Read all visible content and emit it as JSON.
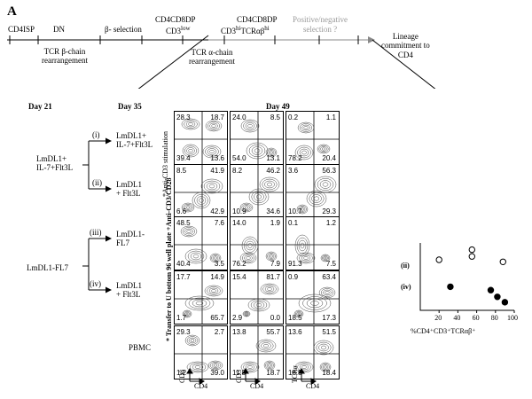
{
  "figure_label": "A",
  "timeline": {
    "stages_top": [
      "CD4ISP",
      "DN",
      "β- selection",
      "CD4CD8DP",
      "CD3",
      "low",
      "CD4CD8DP",
      "CD3",
      "hi",
      "TCRαβ",
      "hi",
      "Positive/negative",
      "selection ?"
    ],
    "lineage": [
      "Lineage",
      "commitment to",
      "CD4"
    ],
    "below": [
      "TCR β-chain",
      "rearrangement",
      "TCR α-chain",
      "rearrangement"
    ]
  },
  "days": {
    "d21": "Day 21",
    "d35": "Day 35",
    "d49": "Day 49"
  },
  "day21_conditions": {
    "a": [
      "LmDL1+",
      "IL-7+Flt3L"
    ],
    "b": "LmDL1-FL7"
  },
  "day35_conditions": [
    {
      "roman": "(i)",
      "lines": [
        "LmDL1+",
        "IL-7+Flt3L"
      ]
    },
    {
      "roman": "(ii)",
      "lines": [
        "LmDL1",
        "+ Flt3L"
      ]
    },
    {
      "roman": "(iii)",
      "lines": [
        "LmDL1-",
        "FL7"
      ]
    },
    {
      "roman": "(iv)",
      "lines": [
        "LmDL1",
        "+ Flt3L"
      ]
    },
    {
      "roman": "",
      "lines": [
        "PBMC"
      ]
    }
  ],
  "side_notes": {
    "anti_cd3": "*Anti-CD3 stimulation",
    "transfer": "* Transfer to U bottom 96 well plate +Anti-CD3/CD28"
  },
  "grid": [
    [
      [
        "28.3",
        "18.7",
        "39.4",
        "13.6"
      ],
      [
        "24.0",
        "8.5",
        "54.0",
        "13.1"
      ],
      [
        "0.2",
        "1.1",
        "78.2",
        "20.4"
      ]
    ],
    [
      [
        "8.5",
        "41.9",
        "6.6",
        "42.9"
      ],
      [
        "8.2",
        "46.2",
        "10.9",
        "34.6"
      ],
      [
        "3.6",
        "56.3",
        "10.7",
        "29.3"
      ]
    ],
    [
      [
        "48.5",
        "7.6",
        "40.4",
        "3.5"
      ],
      [
        "14.0",
        "1.9",
        "76.2",
        "7.9"
      ],
      [
        "0.1",
        "1.2",
        "91.3",
        "7.5"
      ]
    ],
    [
      [
        "17.7",
        "14.9",
        "1.7",
        "65.7"
      ],
      [
        "15.4",
        "81.7",
        "2.9",
        "0.0"
      ],
      [
        "0.9",
        "63.4",
        "18.5",
        "17.3"
      ]
    ],
    [
      [
        "29.3",
        "2.7",
        "1.2",
        "39.0"
      ],
      [
        "13.8",
        "55.7",
        "11.8",
        "18.7"
      ],
      [
        "13.6",
        "51.5",
        "16.5",
        "18.4"
      ]
    ]
  ],
  "axis_labels": {
    "col1": {
      "y": "CD8",
      "x": "CD4"
    },
    "col2": {
      "y": "CD3",
      "x": "CD4"
    },
    "col3": {
      "y": "TCRα",
      "x": "CD4"
    }
  },
  "chart_data": {
    "type": "scatter",
    "xlabel": "%CD4⁺CD3⁺TCRαβ⁺",
    "xlim": [
      0,
      100
    ],
    "xticks": [
      20,
      40,
      60,
      80,
      100
    ],
    "row_labels": [
      "(ii)",
      "(iv)"
    ],
    "series": [
      {
        "marker": "open-circle",
        "points": [
          [
            20,
            0.75
          ],
          [
            55,
            0.8
          ],
          [
            55,
            0.9
          ],
          [
            88,
            0.72
          ]
        ]
      },
      {
        "marker": "filled-circle",
        "points": [
          [
            32,
            0.35
          ],
          [
            75,
            0.3
          ],
          [
            82,
            0.2
          ],
          [
            90,
            0.12
          ]
        ]
      }
    ]
  }
}
